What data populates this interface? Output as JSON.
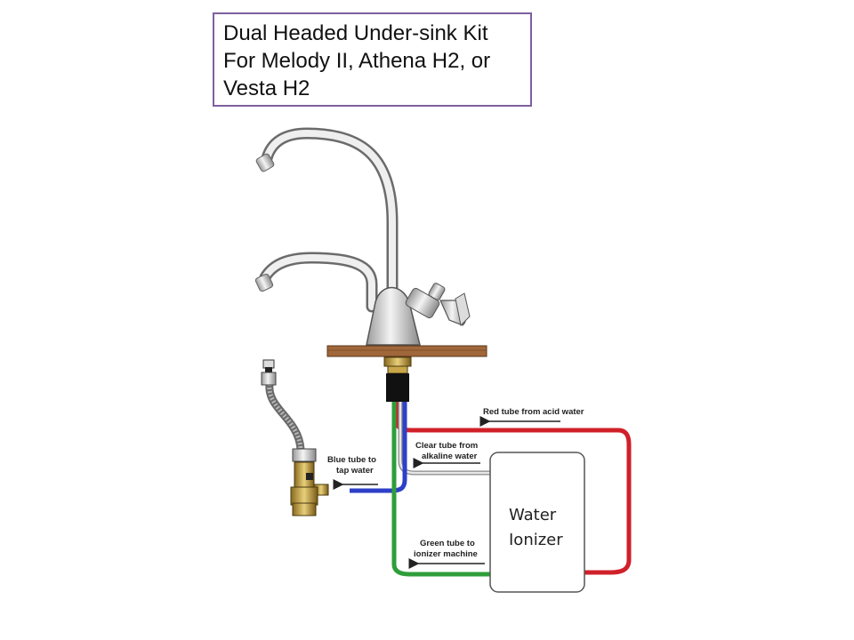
{
  "title": {
    "line1": "Dual Headed Under-sink Kit",
    "line2": "For Melody II, Athena H2, or",
    "line3": "Vesta H2"
  },
  "labels": {
    "red_tube_text": "Red tube from acid water",
    "clear_tube_line1": "Clear tube from",
    "clear_tube_line2": "alkaline water",
    "blue_tube_line1": "Blue tube to",
    "blue_tube_line2": "tap water",
    "green_tube_line1": "Green tube to",
    "green_tube_line2": "ionizer machine",
    "ionizer_line1": "Water",
    "ionizer_line2": "Ionizer"
  },
  "colors": {
    "title_border": "#7e5f9e",
    "red_tube": "#d0202a",
    "blue_tube": "#2e3fc8",
    "green_tube": "#2e9e3a",
    "clear_tube": "#c8c8c8",
    "countertop": "#a0673a"
  }
}
